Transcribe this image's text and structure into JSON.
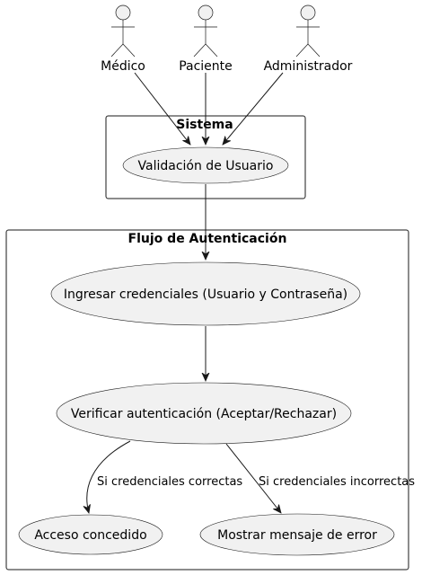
{
  "actors": {
    "medico": "Médico",
    "paciente": "Paciente",
    "administrador": "Administrador"
  },
  "packages": {
    "sistema": "Sistema",
    "flujo": "Flujo de Autenticación"
  },
  "use_cases": {
    "validacion": "Validación de Usuario",
    "ingresar": "Ingresar credenciales (Usuario y Contraseña)",
    "verificar": "Verificar autenticación (Aceptar/Rechazar)",
    "acceso": "Acceso concedido",
    "error": "Mostrar mensaje de error"
  },
  "edge_labels": {
    "correctas": "Si credenciales correctas",
    "incorrectas": "Si credenciales incorrectas"
  }
}
